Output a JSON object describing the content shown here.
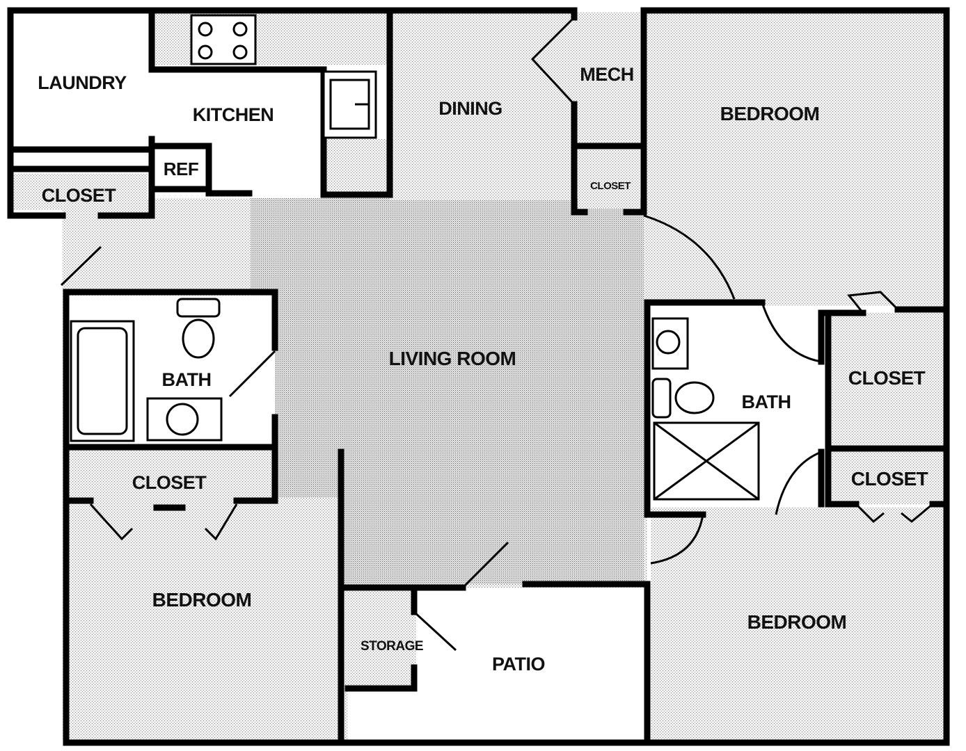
{
  "plan": {
    "rooms": {
      "laundry": "LAUNDRY",
      "kitchen": "KITCHEN",
      "ref": "REF",
      "closet_topleft": "CLOSET",
      "dining": "DINING",
      "mech": "MECH",
      "closet_small": "CLOSET",
      "bedroom_topright": "BEDROOM",
      "living_room": "LIVING ROOM",
      "bath_left": "BATH",
      "closet_left": "CLOSET",
      "bedroom_bottomleft": "BEDROOM",
      "storage": "STORAGE",
      "patio": "PATIO",
      "bath_right": "BATH",
      "closet_right_upper": "CLOSET",
      "closet_right_lower": "CLOSET",
      "bedroom_bottomright": "BEDROOM"
    },
    "colors": {
      "wall": "#000000",
      "stipple": "#d9d9d9",
      "background": "#ffffff"
    }
  }
}
